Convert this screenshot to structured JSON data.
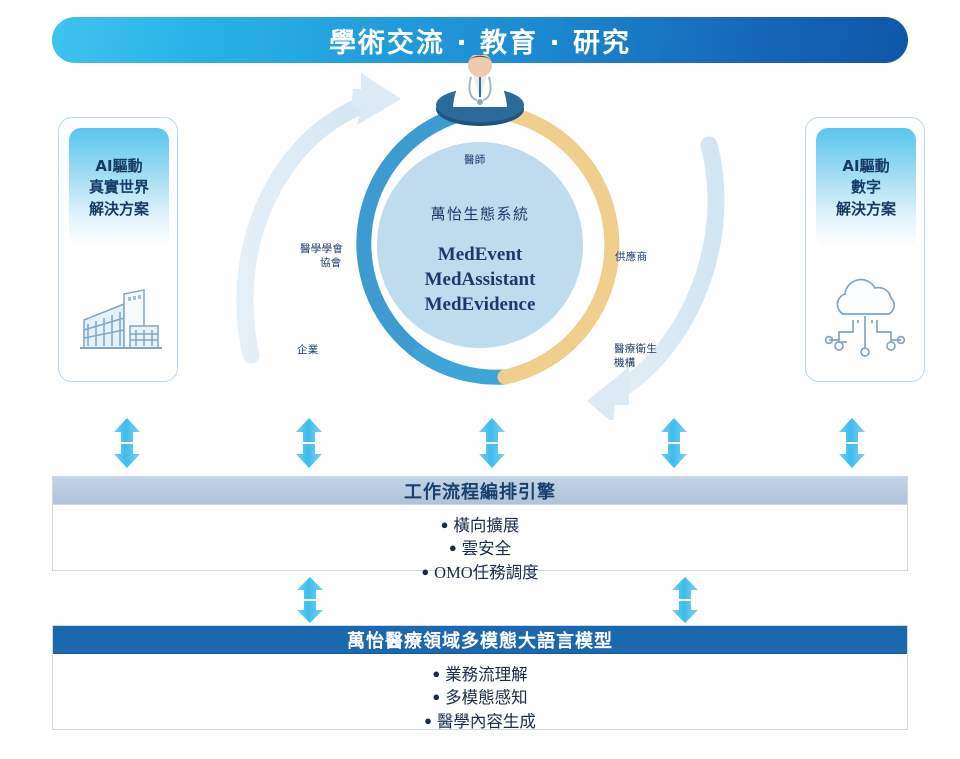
{
  "banner": {
    "title": "學術交流 · 教育 · 研究"
  },
  "side_panels": {
    "left": {
      "lines": [
        "AI驅動",
        "真實世界",
        "解決方案"
      ],
      "icon": "office-building-icon"
    },
    "right": {
      "lines": [
        "AI驅動",
        "數字",
        "解決方案"
      ],
      "icon": "cloud-circuit-icon"
    }
  },
  "hub": {
    "center_title": "萬怡生態系統",
    "center_products": [
      "MedEvent",
      "MedAssistant",
      "MedEvidence"
    ],
    "nodes": [
      {
        "id": "doctor",
        "label": "醫師",
        "icon": "doctor-icon"
      },
      {
        "id": "supplier",
        "label": "供應商",
        "icon": "pharmacy-store-icon"
      },
      {
        "id": "healthcare",
        "label": "醫療衛生\n機構",
        "label_l1": "醫療衛生",
        "label_l2": "機構",
        "icon": "hospital-icon"
      },
      {
        "id": "enterprise",
        "label": "企業",
        "icon": "office-tower-icon"
      },
      {
        "id": "society",
        "label": "醫學學會\n協會",
        "label_l1": "醫學學會",
        "label_l2": "協會",
        "icon": "institution-icon"
      }
    ],
    "ring_colors": {
      "blue": "#3e9bd1",
      "gold": "#f0ce8e",
      "inner_fill": "#bfdcee"
    },
    "flow_arrows": [
      "curved-arrow-left-up",
      "curved-arrow-right-down"
    ]
  },
  "arrows": {
    "upper_row_count": 5,
    "lower_row_count": 2,
    "color": "#4cc0ee",
    "name": "double-headed-arrow"
  },
  "workflow_panel": {
    "title": "工作流程編排引擎",
    "bullets": [
      "橫向擴展",
      "雲安全",
      "OMO任務調度"
    ],
    "header_color": "#b5c9dd"
  },
  "llm_panel": {
    "title": "萬怡醫療領域多模態大語言模型",
    "bullets": [
      "業務流理解",
      "多模態感知",
      "醫學內容生成"
    ],
    "header_color": "#1c68ae"
  }
}
